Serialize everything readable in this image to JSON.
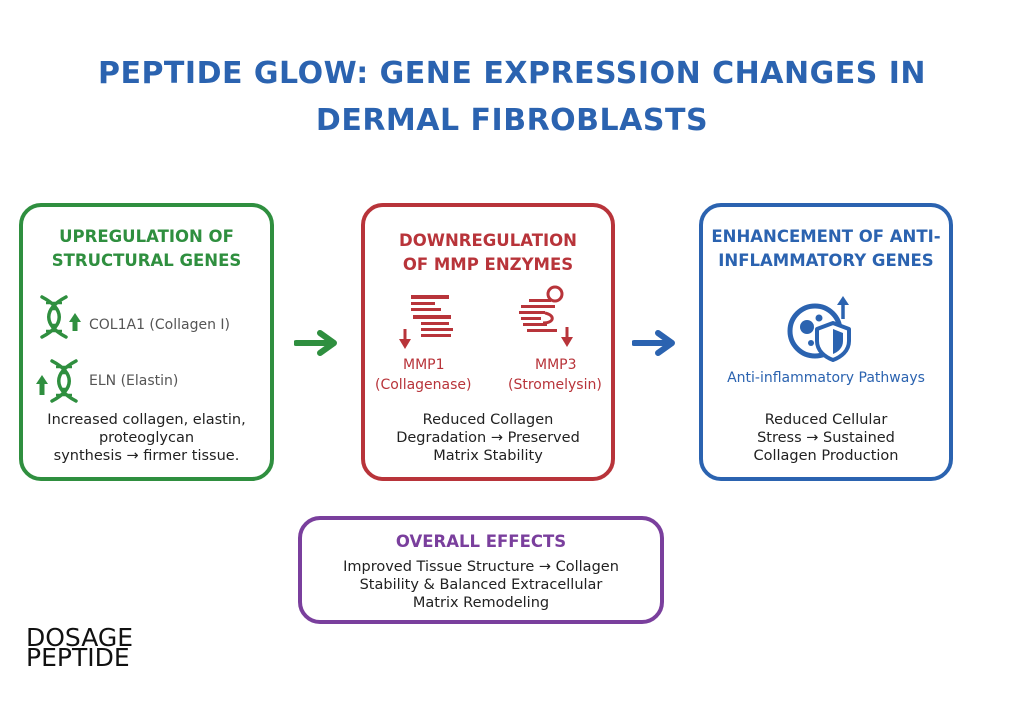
{
  "title": {
    "line1": "PEPTIDE GLOW: GENE EXPRESSION CHANGES IN",
    "line2": "DERMAL FIBROBLASTS"
  },
  "panels": {
    "structural": {
      "title_line1": "UPREGULATION OF",
      "title_line2": "STRUCTURAL GENES",
      "genes": [
        {
          "label": "COL1A1 (Collagen I)",
          "icon": "dna-up-arrow-icon"
        },
        {
          "label": "ELN (Elastin)",
          "icon": "up-arrow-dna-icon"
        }
      ],
      "desc_line1": "Increased collagen, elastin,",
      "desc_line2": "proteoglycan",
      "desc_line3": "synthesis → firmer tissue."
    },
    "mmp": {
      "title_line1": "DOWNREGULATION",
      "title_line2": "OF MMP ENZYMES",
      "enzymes": [
        {
          "name": "MMP1",
          "sub": "(Collagenase)",
          "icon": "enzyme-down-arrow-icon"
        },
        {
          "name": "MMP3",
          "sub": "(Stromelysin)",
          "icon": "enzyme-coil-down-arrow-icon"
        }
      ],
      "desc_line1": "Reduced Collagen",
      "desc_line2": "Degradation → Preserved",
      "desc_line3": "Matrix Stability"
    },
    "anti": {
      "title_line1": "ENHANCEMENT OF ANTI-",
      "title_line2": "INFLAMMATORY GENES",
      "pathway_label": "Anti-inflammatory Pathways",
      "icon": "cell-shield-icon",
      "desc_line1": "Reduced Cellular",
      "desc_line2": "Stress → Sustained",
      "desc_line3": "Collagen Production"
    },
    "overall": {
      "title": "OVERALL EFFECTS",
      "desc_line1": "Improved Tissue Structure → Collagen",
      "desc_line2": "Stability & Balanced Extracellular",
      "desc_line3": "Matrix Remodeling"
    }
  },
  "logo": {
    "line1": "DOSAGE",
    "line2": "PEPTIDE"
  },
  "colors": {
    "title": "#2b63b0",
    "green": "#2f8f3f",
    "red": "#b8343a",
    "blue": "#2b63b0",
    "purple": "#7a3f9d"
  }
}
